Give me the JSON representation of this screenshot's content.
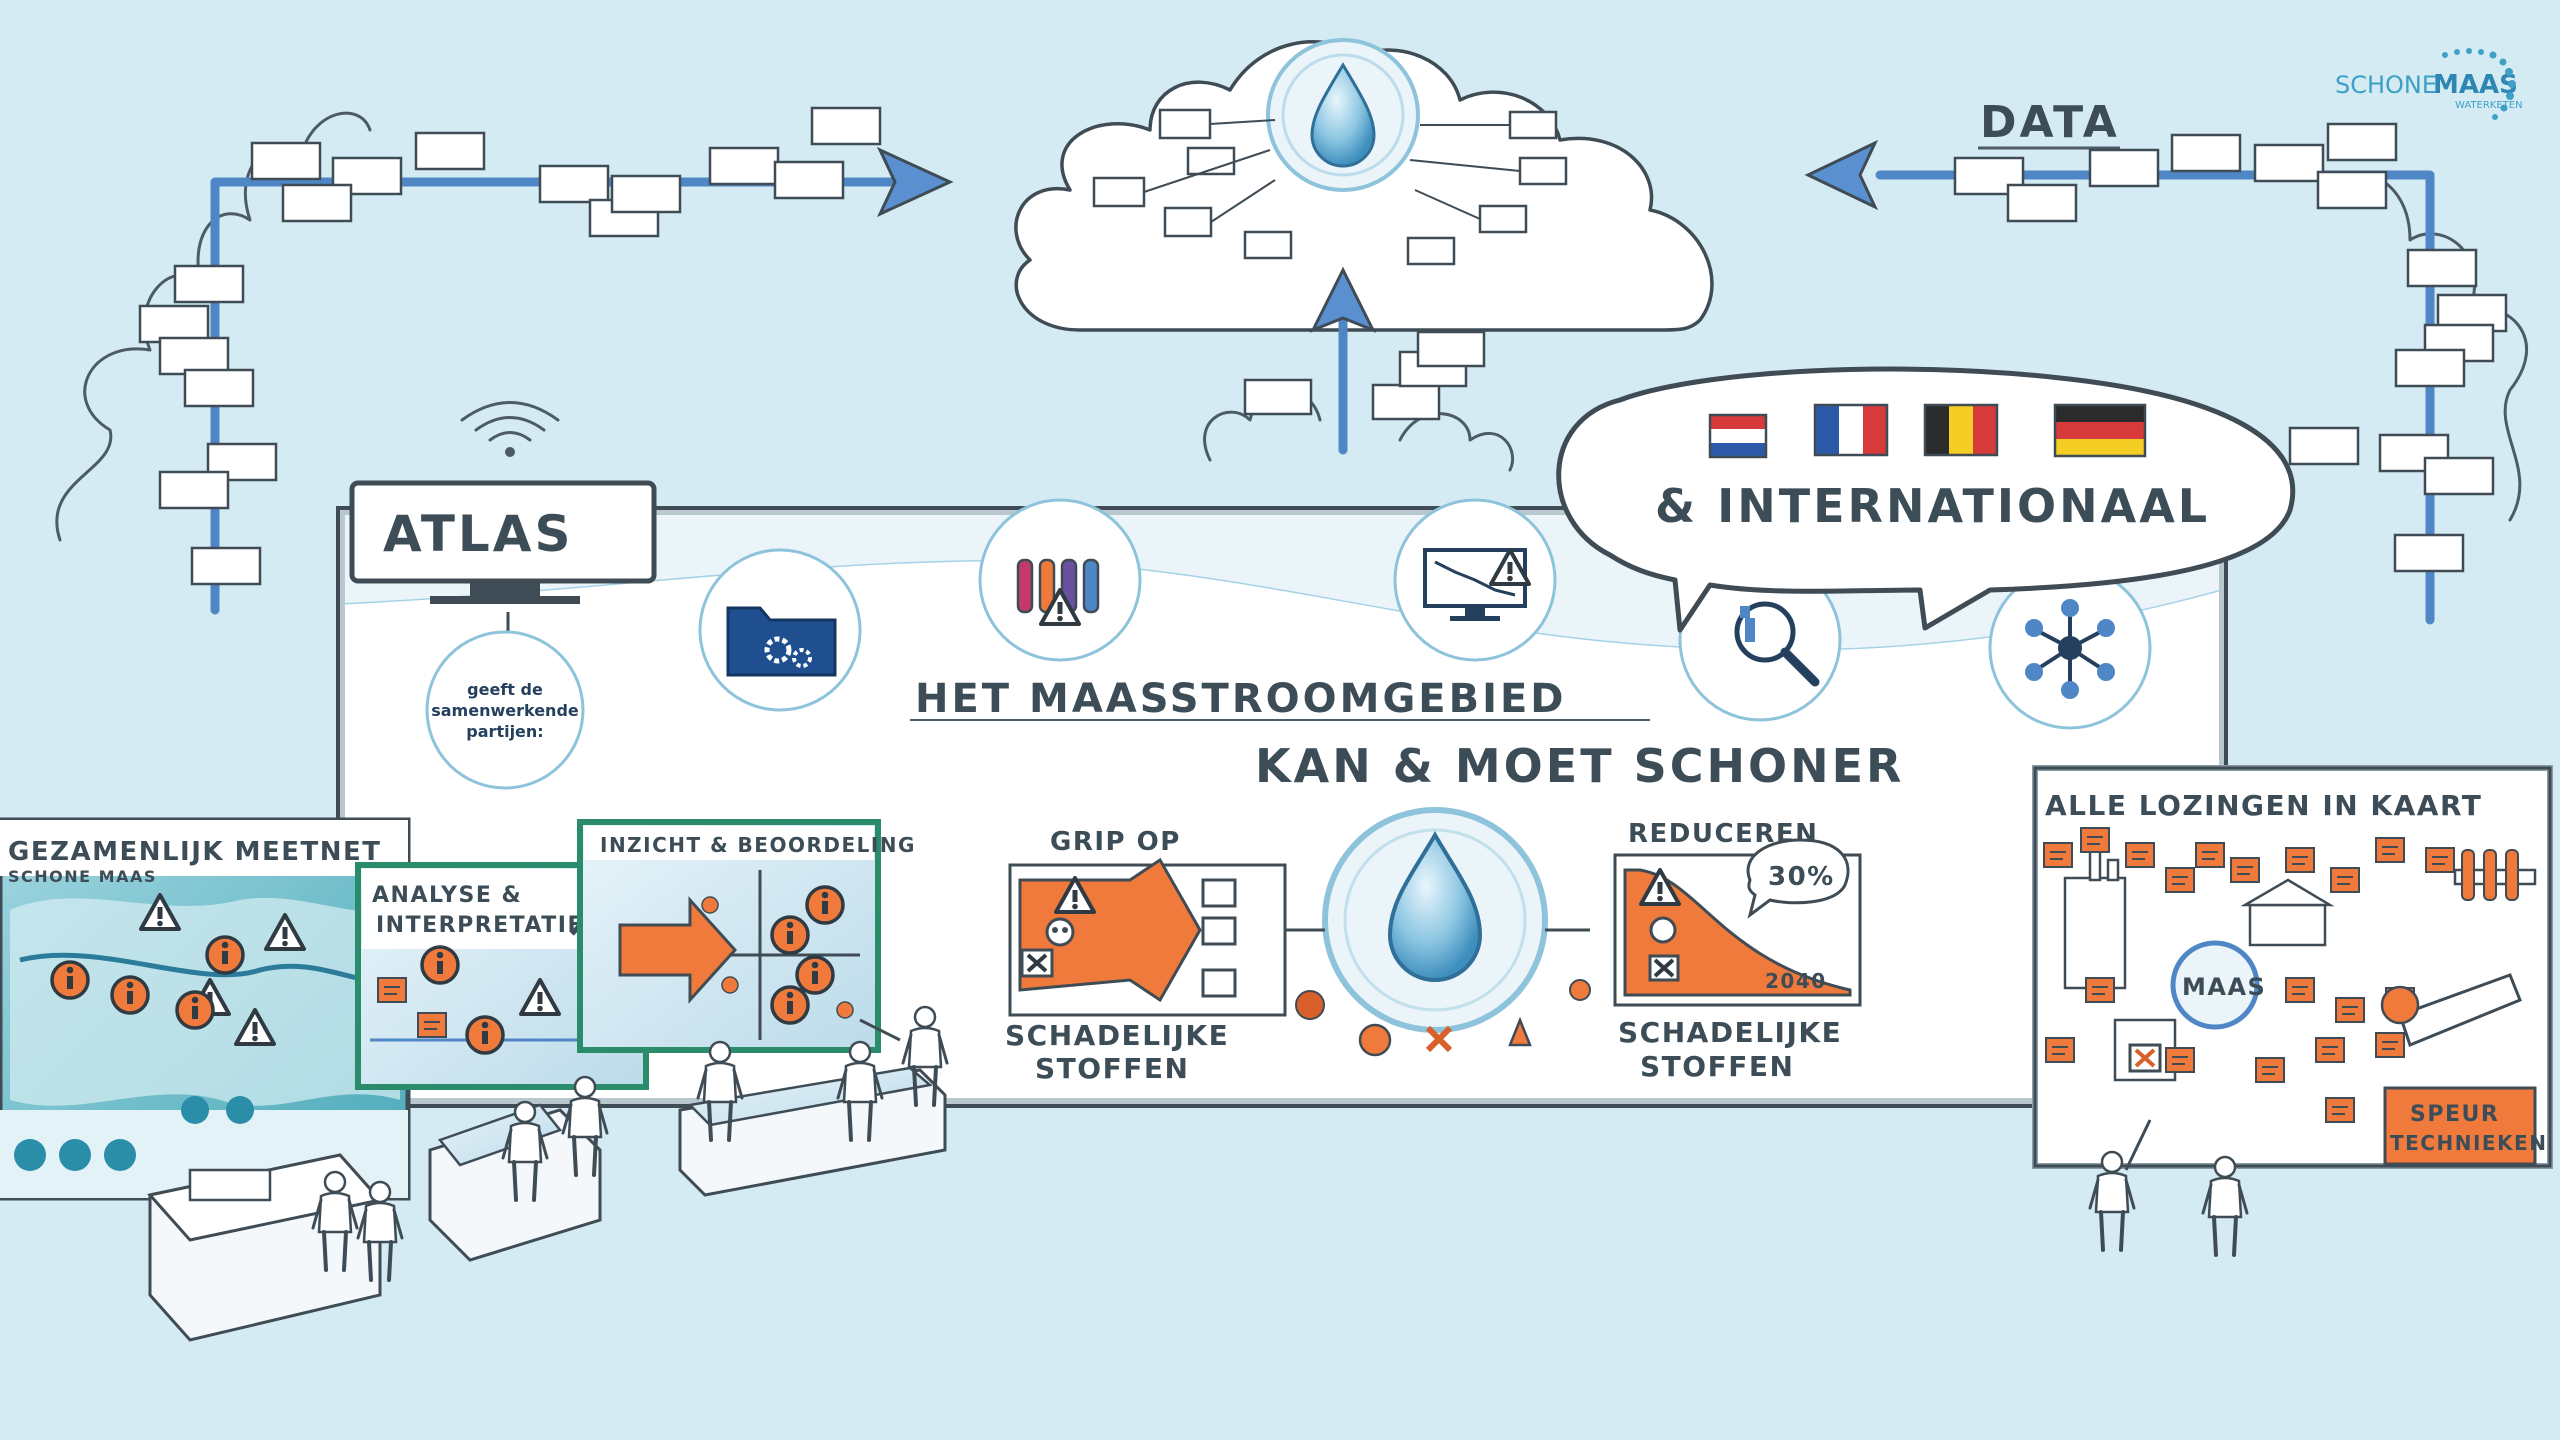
{
  "logo": {
    "part1": "SCHONE",
    "part2": "MAAS",
    "sub": "WATERKETEN"
  },
  "labels": {
    "data": "DATA",
    "atlas": "ATLAS",
    "atlas_note_1": "geeft de",
    "atlas_note_2": "samenwerkende",
    "atlas_note_3": "partijen:",
    "international": "& INTERNATIONAAL",
    "headline_1": "HET MAASSTROOMGEBIED",
    "headline_2": "KAN & MOET SCHONER",
    "grip": "GRIP OP",
    "schadelijke_left_1": "SCHADELIJKE",
    "schadelijke_left_2": "STOFFEN",
    "reduceren": "REDUCEREN",
    "percent": "30%",
    "year": "2040",
    "schadelijke_right_1": "SCHADELIJKE",
    "schadelijke_right_2": "STOFFEN",
    "meetnet": "GEZAMENLIJK MEETNET",
    "meetnet_sub": "SCHONE MAAS",
    "analyse_1": "ANALYSE &",
    "analyse_2": "INTERPRETATIE",
    "inzicht": "INZICHT & BEOORDELING",
    "lozingen": "ALLE LOZINGEN IN KAART",
    "maas": "MAAS",
    "speur_1": "SPEUR",
    "speur_2": "TECHNIEKEN"
  },
  "icons": [
    "wifi-icon",
    "folder-gear-icon",
    "test-tubes-warning-icon",
    "monitor-graph-warning-icon",
    "magnifier-chart-icon",
    "network-nodes-icon",
    "water-drop-icon",
    "skull-icon",
    "warning-icon",
    "info-icon"
  ],
  "flags": [
    "netherlands-flag",
    "france-flag",
    "belgium-flag",
    "germany-flag"
  ],
  "colors": {
    "background": "#d5ebf4",
    "accent": "#f07a3c",
    "pipe": "#4f86c6",
    "ink": "#3d4d57",
    "water": "#6fb1d4"
  }
}
